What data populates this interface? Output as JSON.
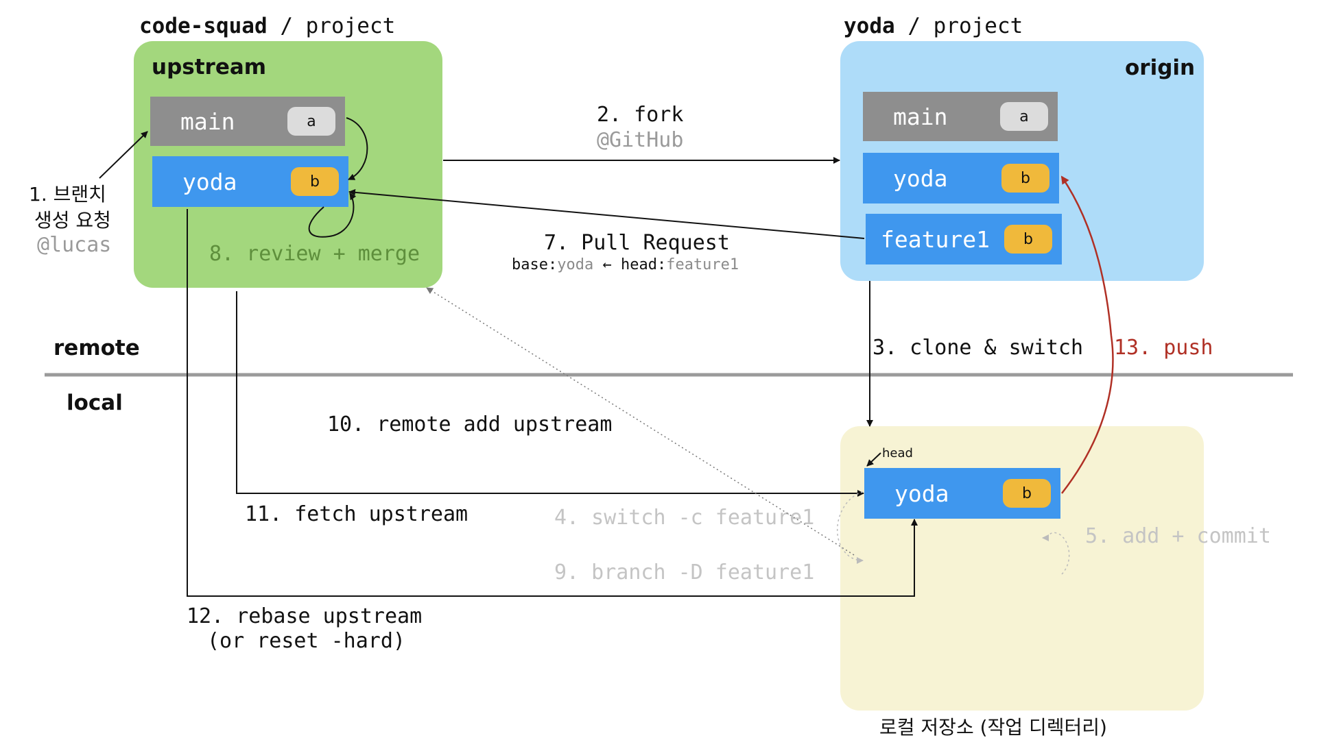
{
  "repos": {
    "upstream_owner": "code-squad",
    "upstream_name": "/ project",
    "origin_owner": "yoda",
    "origin_name": "/ project"
  },
  "panels": {
    "upstream": "upstream",
    "origin": "origin",
    "local_caption": "로컬 저장소 (작업 디렉터리)"
  },
  "zones": {
    "remote": "remote",
    "local": "local"
  },
  "branches": {
    "upstream": [
      {
        "name": "main",
        "commit": "a"
      },
      {
        "name": "yoda",
        "commit": "b"
      }
    ],
    "origin": [
      {
        "name": "main",
        "commit": "a"
      },
      {
        "name": "yoda",
        "commit": "b"
      },
      {
        "name": "feature1",
        "commit": "b"
      }
    ],
    "local": [
      {
        "name": "yoda",
        "commit": "b"
      }
    ]
  },
  "head_label": "head",
  "steps": {
    "s1_line1": "1. 브랜치",
    "s1_line2": "생성 요청",
    "s1_user": "@lucas",
    "s2": "2. fork",
    "s2_sub": "@GitHub",
    "s3": "3. clone & switch",
    "s4": "4. switch -c feature1",
    "s5": "5. add + commit",
    "s7": "7. Pull Request",
    "s7_base_key": "base:",
    "s7_base_val": "yoda",
    "s7_arrow": " ← ",
    "s7_head_key": "head:",
    "s7_head_val": "feature1",
    "s8": "8. review + merge",
    "s9": "9. branch -D feature1",
    "s10": "10. remote add upstream",
    "s11": "11. fetch upstream",
    "s12_line1": "12. rebase upstream",
    "s12_line2": "(or reset -hard)",
    "s13": "13. push"
  },
  "colors": {
    "upstream_panel": "#a3d77d",
    "origin_panel": "#aedcf9",
    "local_panel": "#f7f3d4",
    "branch_main": "#8e8e8e",
    "branch_blue": "#3f97ee",
    "commit_a": "#dcdcdc",
    "commit_b": "#f0b93b",
    "push_arrow": "#b03025"
  }
}
